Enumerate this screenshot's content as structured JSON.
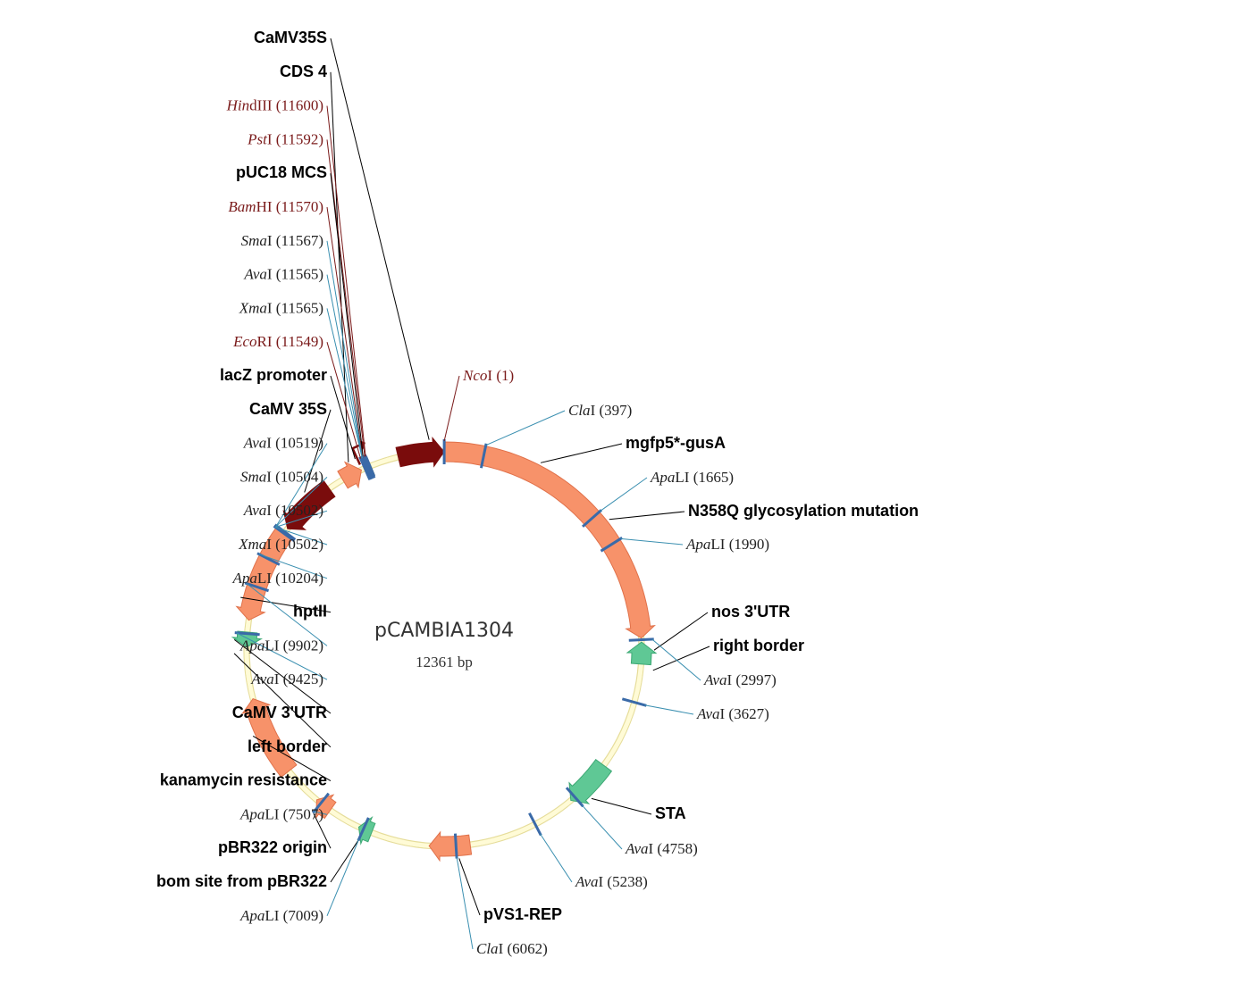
{
  "plasmid": {
    "name": "pCAMBIA1304",
    "size_label": "12361 bp",
    "length": 12361
  },
  "colors": {
    "backbone_fill": "#fffbd6",
    "backbone_stroke": "#e6dd9a",
    "orange_fill": "#f7926a",
    "orange_stroke": "#e0714a",
    "green_fill": "#5fc895",
    "green_stroke": "#3da874",
    "darkred_fill": "#7a0c0c",
    "cutsite": "#3a6aa8",
    "leader_black": "#000000",
    "leader_red": "#7a1a1a",
    "leader_blue": "#3a8fb0",
    "text_red": "#7a1a1a",
    "text_gray": "#222222"
  },
  "features": [
    {
      "name": "CaMV35S",
      "type": "darkred",
      "start": 11900,
      "end": 12361,
      "strand": 1
    },
    {
      "name": "mgfp5*-gusA",
      "type": "orange",
      "start": 1,
      "end": 2980,
      "strand": 1
    },
    {
      "name": "nos 3'UTR",
      "type": "green",
      "start": 3020,
      "end": 3240,
      "strand": -1
    },
    {
      "name": "STA",
      "type": "green",
      "start": 4330,
      "end": 4810,
      "strand": 1
    },
    {
      "name": "pVS1-REP",
      "type": "orange",
      "start": 5920,
      "end": 6330,
      "strand": 1
    },
    {
      "name": "bom site from pBR322",
      "type": "green",
      "start": 6920,
      "end": 7060,
      "strand": 1
    },
    {
      "name": "pBR322 origin",
      "type": "orange",
      "start": 7390,
      "end": 7560,
      "strand": 1
    },
    {
      "name": "kanamycin resistance",
      "type": "orange",
      "start": 7960,
      "end": 8770,
      "strand": 1
    },
    {
      "name": "CaMV 3'UTR",
      "type": "green",
      "start": 9290,
      "end": 9440,
      "strand": -1
    },
    {
      "name": "hptII",
      "type": "orange",
      "start": 9560,
      "end": 10520,
      "strand": -1
    },
    {
      "name": "CaMV 35S",
      "type": "darkred",
      "start": 10560,
      "end": 11140,
      "strand": -1
    },
    {
      "name": "CDS 4",
      "type": "orange",
      "start": 11300,
      "end": 11510,
      "strand": 1
    },
    {
      "name": "lacZ promoter",
      "type": "promoter",
      "start": 11450,
      "end": 11550,
      "strand": -1
    },
    {
      "name": "pUC18 MCS",
      "type": "mcs",
      "start": 11549,
      "end": 11605,
      "strand": 1
    }
  ],
  "feature_labels": [
    {
      "text": "CaMV35S",
      "anchor": 12220,
      "color": "black"
    },
    {
      "text": "CDS 4",
      "anchor": 11430,
      "color": "black"
    },
    {
      "text": "pUC18 MCS",
      "anchor": 11580,
      "color": "black"
    },
    {
      "text": "lacZ promoter",
      "anchor": 11500,
      "color": "black"
    },
    {
      "text": "CaMV 35S",
      "anchor": 10930,
      "color": "black"
    },
    {
      "text": "mgfp5*-gusA",
      "anchor": 940,
      "color": "black"
    },
    {
      "text": "N358Q glycosylation mutation",
      "anchor": 1780,
      "color": "black"
    },
    {
      "text": "nos 3'UTR",
      "anchor": 3100,
      "color": "black"
    },
    {
      "text": "right border",
      "anchor": 3290,
      "color": "black"
    },
    {
      "text": "STA",
      "anchor": 4650,
      "color": "black"
    },
    {
      "text": "pVS1-REP",
      "anchor": 6040,
      "color": "black"
    },
    {
      "text": "bom site from pBR322",
      "anchor": 7010,
      "color": "black"
    },
    {
      "text": "pBR322 origin",
      "anchor": 7500,
      "color": "black"
    },
    {
      "text": "kanamycin resistance",
      "anchor": 8430,
      "color": "black"
    },
    {
      "text": "left border",
      "anchor": 9230,
      "color": "black"
    },
    {
      "text": "CaMV 3'UTR",
      "anchor": 9360,
      "color": "black"
    },
    {
      "text": "hptII",
      "anchor": 9760,
      "color": "black"
    }
  ],
  "sites": [
    {
      "enzyme": "Nco",
      "suffix": "I",
      "pos": 1,
      "color": "red"
    },
    {
      "enzyme": "Cla",
      "suffix": "I",
      "pos": 397,
      "color": "blue"
    },
    {
      "enzyme": "Apa",
      "suffix": "LI",
      "pos": 1665,
      "color": "blue"
    },
    {
      "enzyme": "Apa",
      "suffix": "LI",
      "pos": 1990,
      "color": "blue"
    },
    {
      "enzyme": "Ava",
      "suffix": "I",
      "pos": 2997,
      "color": "blue"
    },
    {
      "enzyme": "Ava",
      "suffix": "I",
      "pos": 3627,
      "color": "blue"
    },
    {
      "enzyme": "Ava",
      "suffix": "I",
      "pos": 4758,
      "color": "blue"
    },
    {
      "enzyme": "Ava",
      "suffix": "I",
      "pos": 5238,
      "color": "blue"
    },
    {
      "enzyme": "Cla",
      "suffix": "I",
      "pos": 6062,
      "color": "blue"
    },
    {
      "enzyme": "Apa",
      "suffix": "LI",
      "pos": 7009,
      "color": "blue"
    },
    {
      "enzyme": "Apa",
      "suffix": "LI",
      "pos": 7507,
      "color": "blue"
    },
    {
      "enzyme": "Ava",
      "suffix": "I",
      "pos": 9425,
      "color": "blue"
    },
    {
      "enzyme": "Apa",
      "suffix": "LI",
      "pos": 9902,
      "color": "blue"
    },
    {
      "enzyme": "Apa",
      "suffix": "LI",
      "pos": 10204,
      "color": "blue"
    },
    {
      "enzyme": "Xma",
      "suffix": "I",
      "pos": 10502,
      "color": "blue"
    },
    {
      "enzyme": "Ava",
      "suffix": "I",
      "pos": 10502,
      "color": "blue"
    },
    {
      "enzyme": "Sma",
      "suffix": "I",
      "pos": 10504,
      "color": "blue"
    },
    {
      "enzyme": "Ava",
      "suffix": "I",
      "pos": 10519,
      "color": "blue"
    },
    {
      "enzyme": "Eco",
      "suffix": "RI",
      "pos": 11549,
      "color": "red"
    },
    {
      "enzyme": "Xma",
      "suffix": "I",
      "pos": 11565,
      "color": "blue"
    },
    {
      "enzyme": "Ava",
      "suffix": "I",
      "pos": 11565,
      "color": "blue"
    },
    {
      "enzyme": "Sma",
      "suffix": "I",
      "pos": 11567,
      "color": "blue"
    },
    {
      "enzyme": "Bam",
      "suffix": "HI",
      "pos": 11570,
      "color": "red"
    },
    {
      "enzyme": "Pst",
      "suffix": "I",
      "pos": 11592,
      "color": "red"
    },
    {
      "enzyme": "Hin",
      "suffix": "dIII",
      "pos": 11600,
      "color": "red"
    }
  ]
}
